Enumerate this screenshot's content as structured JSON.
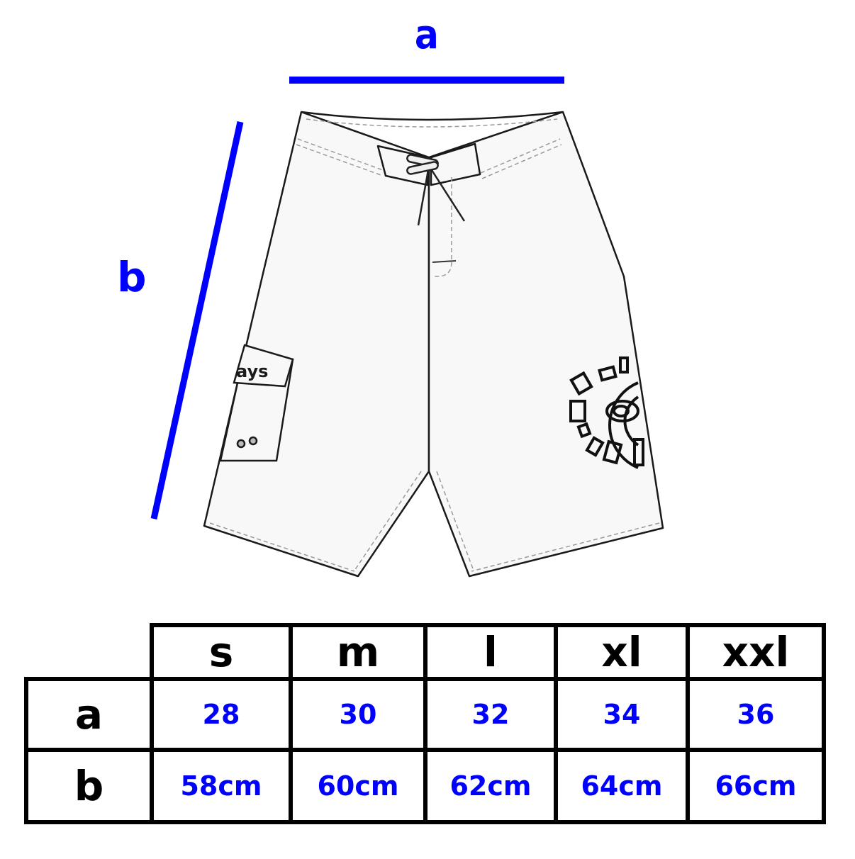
{
  "diagram": {
    "type": "size-chart",
    "subject": "board shorts",
    "dimension_labels": {
      "a": "a",
      "b": "b"
    },
    "pocket_flap_text": "ays",
    "colors": {
      "accent": "#0000ff",
      "line": "#000000",
      "garment_fill": "#f8f8f8",
      "stitch": "#999999"
    }
  },
  "table": {
    "columns": [
      "s",
      "m",
      "l",
      "xl",
      "xxl"
    ],
    "rows": [
      {
        "label": "a",
        "values": [
          "28",
          "30",
          "32",
          "34",
          "36"
        ]
      },
      {
        "label": "b",
        "values": [
          "58cm",
          "60cm",
          "62cm",
          "64cm",
          "66cm"
        ]
      }
    ]
  }
}
